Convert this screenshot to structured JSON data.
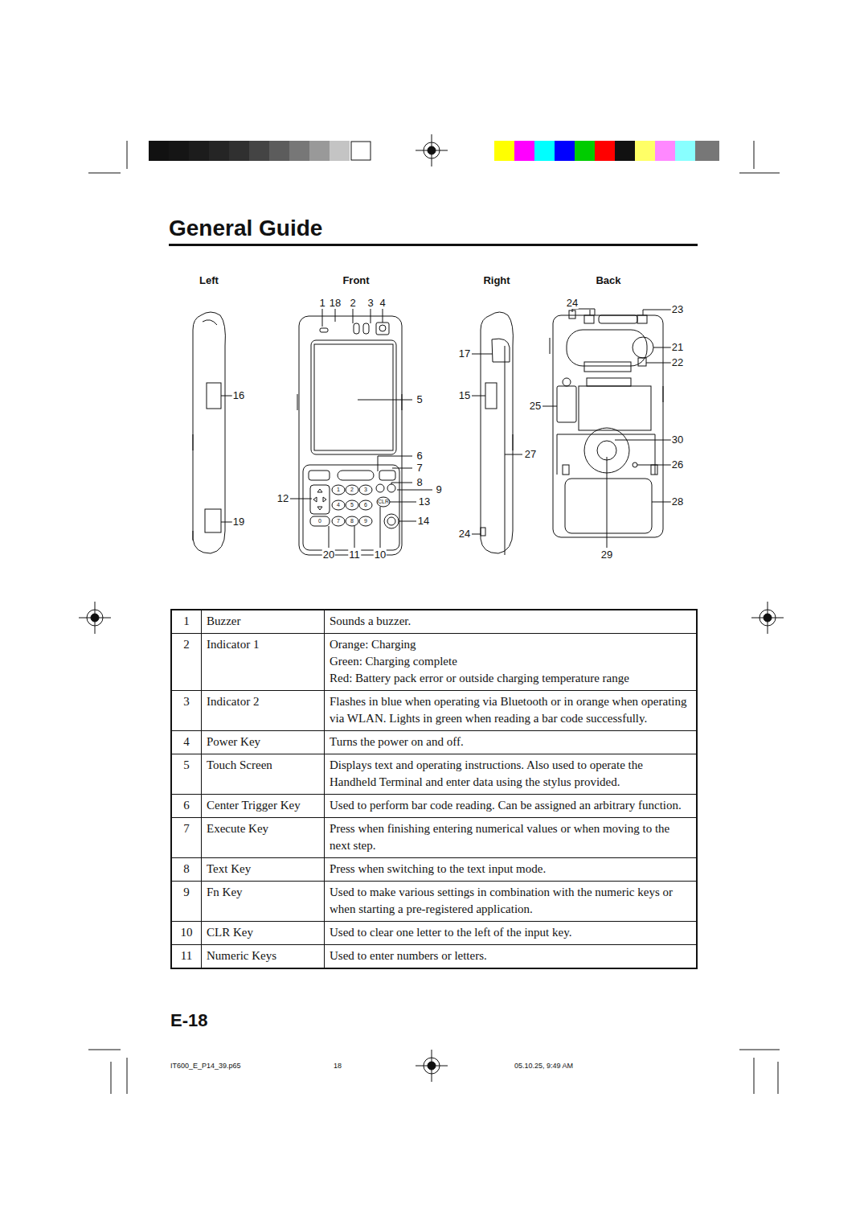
{
  "diagram": {
    "title": "General Guide",
    "labels": [
      "Left",
      "Front",
      "Right",
      "Back",
      "1",
      "18",
      "2",
      "3",
      "4",
      "16",
      "19",
      "12",
      "5",
      "6",
      "7",
      "8",
      "9",
      "13",
      "14",
      "20",
      "11",
      "10",
      "17",
      "15",
      "27",
      "24",
      "24",
      "23",
      "21",
      "22",
      "25",
      "30",
      "26",
      "28",
      "29",
      "1",
      "2",
      "3",
      "4",
      "5",
      "6",
      "7",
      "8",
      "9",
      "0",
      "CLR",
      "1",
      "Buzzer",
      "Sounds a buzzer.",
      "2",
      "Indicator 1",
      "Orange: Charging",
      "Green: Charging complete",
      "Red: Battery pack error or outside charging temperature range",
      "3",
      "Indicator 2",
      "Flashes in blue when operating via Bluetooth or in orange when operating via WLAN. Lights in green when reading a bar code successfully.",
      "4",
      "Power Key",
      "Turns the power on and off.",
      "5",
      "Touch Screen",
      "Displays text and operating instructions. Also used to operate the Handheld Terminal and enter data using the stylus provided.",
      "6",
      "Center Trigger Key",
      "Used to perform bar code reading. Can be assigned an arbitrary function.",
      "7",
      "Execute Key",
      "Press when finishing entering numerical values or when moving to the next step.",
      "8",
      "Text Key",
      "Press when switching to the text input mode.",
      "9",
      "Fn Key",
      "Used to make various settings in combination with the numeric keys or when starting a pre-registered application.",
      "10",
      "CLR Key",
      "Used to clear one letter to the left of the input key.",
      "11",
      "Numeric Keys",
      "Used to enter numbers or letters.",
      "E-18",
      "IT600_E_P14_39.p65",
      "18",
      "05.10.25, 9:49 AM"
    ]
  }
}
